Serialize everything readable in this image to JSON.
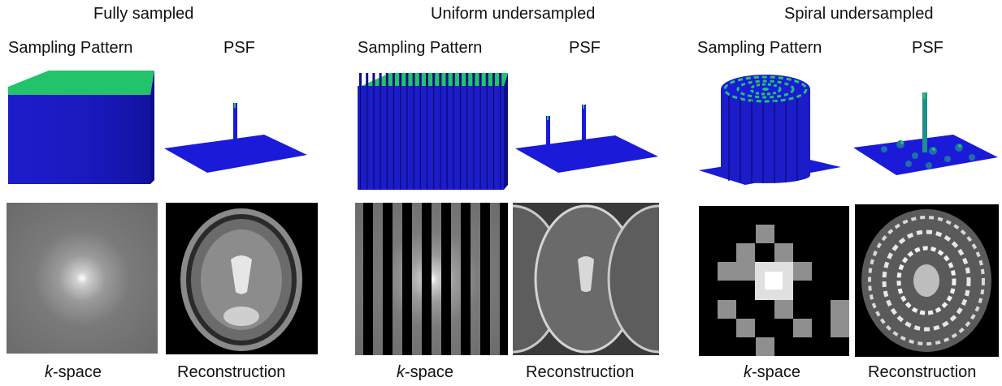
{
  "panels": [
    {
      "title": "Fully sampled",
      "labels": {
        "pattern": "Sampling Pattern",
        "psf": "PSF",
        "kspace_prefix": "k",
        "kspace_suffix": "-space",
        "recon": "Reconstruction"
      }
    },
    {
      "title": "Uniform undersampled",
      "labels": {
        "pattern": "Sampling Pattern",
        "psf": "PSF",
        "kspace_prefix": "k",
        "kspace_suffix": "-space",
        "recon": "Reconstruction"
      }
    },
    {
      "title": "Spiral undersampled",
      "labels": {
        "pattern": "Sampling Pattern",
        "psf": "PSF",
        "kspace_prefix": "k",
        "kspace_suffix": "-space",
        "recon": "Reconstruction"
      }
    }
  ],
  "colors": {
    "surface_blue": "#1a1ad8",
    "top_green": "#22c36a",
    "background": "#ffffff",
    "image_black": "#000000"
  }
}
